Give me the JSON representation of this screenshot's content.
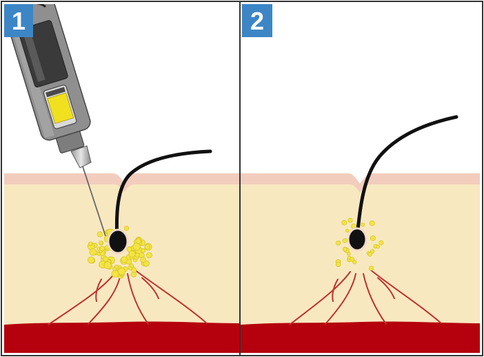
{
  "panels": [
    {
      "number": "1",
      "stage": "injection"
    },
    {
      "number": "2",
      "stage": "result"
    }
  ],
  "colors": {
    "badge": "#3d86c6",
    "skin_surface": "#f2cdbd",
    "dermis": "#f8e8c0",
    "blood_layer": "#b5000d",
    "vessel_lines": "#c0302d",
    "hair": "#111111",
    "fat_granules": "#f3e444",
    "injector_body": "#8f8f8f",
    "injector_dark": "#3a3a3a",
    "cartridge_fluid": "#f0e020",
    "frame": "#333333"
  },
  "icons": {
    "injector": "injector-pen-icon",
    "hair": "hair-follicle-icon"
  }
}
